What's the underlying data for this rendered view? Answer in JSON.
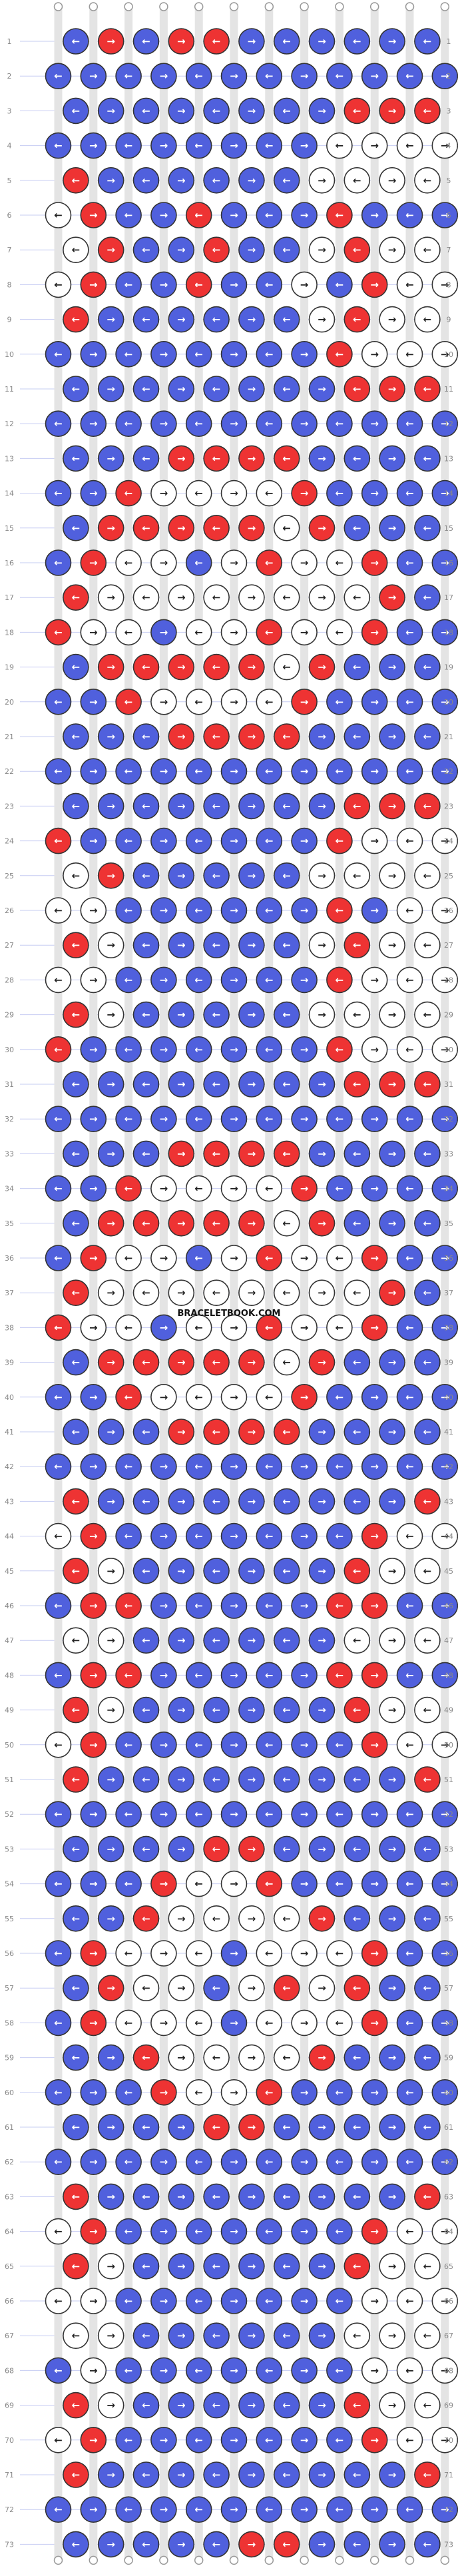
{
  "watermark": "BRACELETBOOK.COM",
  "colors": {
    "A": "#5060dd",
    "B": "#ee3333",
    "C": "#ffffff",
    "string": "#e4e4e4",
    "outline": "#333333",
    "row_line": "#c6ccf2"
  },
  "pattern": {
    "strings": 12,
    "row_count": 73,
    "row_labels": [
      "1",
      "2",
      "3",
      "4",
      "5",
      "6",
      "7",
      "8",
      "9",
      "10",
      "11",
      "12",
      "13",
      "14",
      "15",
      "16",
      "17",
      "18",
      "19",
      "20",
      "21",
      "22",
      "23",
      "24",
      "25",
      "26",
      "27",
      "28",
      "29",
      "30",
      "31",
      "32",
      "33",
      "34",
      "35",
      "36",
      "37",
      "38",
      "39",
      "40",
      "41",
      "42",
      "43",
      "44",
      "45",
      "46",
      "47",
      "48",
      "49",
      "50",
      "51",
      "52",
      "53",
      "54",
      "55",
      "56",
      "57",
      "58",
      "59",
      "60",
      "61",
      "62",
      "63",
      "64",
      "65",
      "66",
      "67",
      "68",
      "69",
      "70",
      "71",
      "72",
      "73"
    ],
    "rows": [
      "ABABBAAAAAA",
      "AAAAAAAAAAAA",
      "AAAAAAAABBB",
      "AAAAAAAACCCC",
      "BAAAAAACCCC",
      "CBAABAAABAAA",
      "CBAABAACBCC",
      "CBAABAACABCC",
      "BAAAAAACBCC",
      "AAAAAAAABCCC",
      "AAAAAAAABBB",
      "AAAAAAAAAAAA",
      "AAABBBBAAAA",
      "AABCCCCBAAAA",
      "ABBBBBCBAAA",
      "ABCCACBCCBAA",
      "BCCCCCCCCBA",
      "BCCACCBCCBAA",
      "ABBBBBCBAAA",
      "AABCCCCBAAAA",
      "AAABBBBAAAA",
      "AAAAAAAAAAAA",
      "AAAAAAAABBB",
      "BAAAAAAABCCC",
      "CBAAAAACCCC",
      "CCAAAAAABACC",
      "BCAAAAACBCC",
      "CCAAAAAABCCC",
      "BCAAAAACCCC",
      "BAAAAAAABCCC",
      "AAAAAAAABBB",
      "AAAAAAAAAAAA",
      "AAABBBBAAAA",
      "AABCCCCBAAAA",
      "ABBBBBCBAAA",
      "ABCCACBCCBAA",
      "BCCCCCCCCBA",
      "BCCACCBCCBAA",
      "ABBBBBCBAAA",
      "AABCCCCBAAAA",
      "AAABBBBAAAA",
      "AAAAAAAAAAAA",
      "BAAAAAAAAAB",
      "CBAAAAAAABCC",
      "BCAAAAAABCC",
      "ABBAAAAABBAA",
      "CCAAAAAACCC",
      "ABBAAAAABBAA",
      "BCAAAAAABCC",
      "CBAAAAAAABCC",
      "BAAAAAAAAAB",
      "AAAAAAAAAAAA",
      "AAAABBAAAAA",
      "AAABCCBAAAAA",
      "AABCCCCBAAA",
      "ABCCCACCCBAA",
      "ABCCACBCBAA",
      "ABCCCACCCBAA",
      "AABCCCCBAAA",
      "AAABCCBAAAAA",
      "AAAABBAAAAA",
      "AAAAAAAAAAAA",
      "BAAAAAAAAAB",
      "CBAAAAAAABCC",
      "BCAAAAAABCC",
      "CCAAAAAAACCC",
      "CCAAAAAACCC",
      "ACAAAAAAACCC",
      "BCAAAAAABCC",
      "CBAAAAAAABCC",
      "BAAAAAAAAAB",
      "AAAAAAAAAAAA",
      "AAAAABBAAAA"
    ]
  }
}
